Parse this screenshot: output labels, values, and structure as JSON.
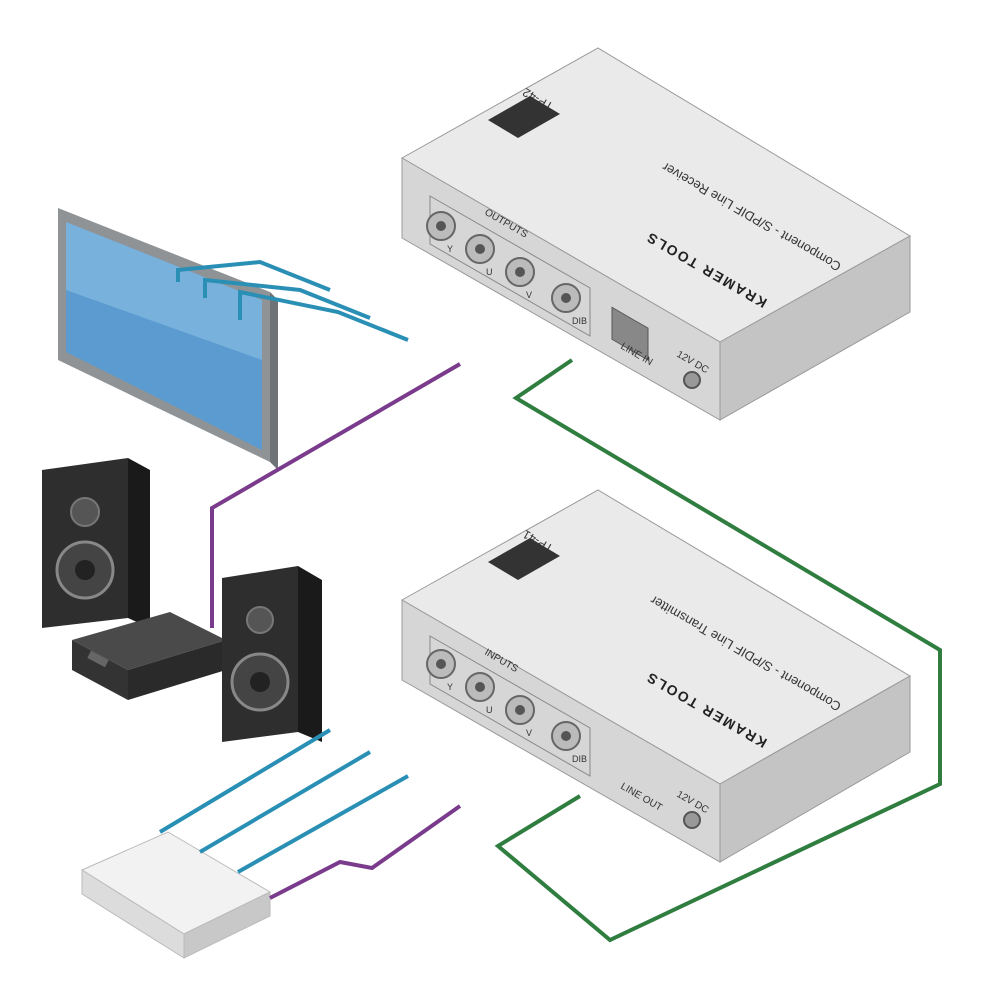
{
  "receiver": {
    "model": "TP-42",
    "brand": "KRAMER TOOLS",
    "subtitle": "Component - S/PDIF Line Receiver",
    "group_label": "OUTPUTS",
    "ports": [
      "Y",
      "U",
      "V",
      "DIB"
    ],
    "line_label": "LINE IN",
    "power_label": "12V DC"
  },
  "transmitter": {
    "model": "TP-41",
    "brand": "KRAMER TOOLS",
    "subtitle": "Component - S/PDIF Line Transmitter",
    "group_label": "INPUTS",
    "ports": [
      "Y",
      "U",
      "V",
      "DIB"
    ],
    "line_label": "LINE OUT",
    "power_label": "12V DC"
  },
  "colors": {
    "video_cable": "#2a8fb5",
    "audio_cable": "#7a3b8c",
    "line_cable": "#2f7d3f",
    "device_body": "#d9d9d9",
    "device_top": "#eaeaea"
  }
}
